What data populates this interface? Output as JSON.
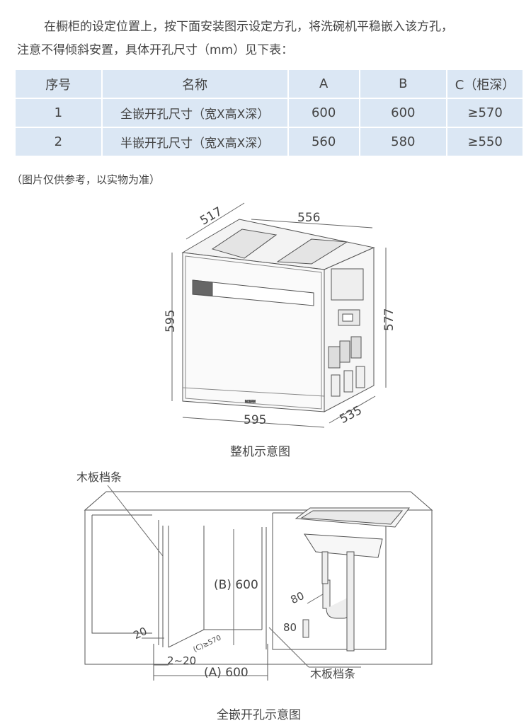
{
  "intro": {
    "line1": "在橱柜的设定位置上，按下面安装图示设定方孔，将洗碗机平稳嵌入该方孔，",
    "line2": "注意不得倾斜安置，具体开孔尺寸（mm）见下表："
  },
  "table": {
    "headers": [
      "序号",
      "名称",
      "A",
      "B",
      "C（柜深）"
    ],
    "rows": [
      [
        "1",
        "全嵌开孔尺寸（宽X高X深）",
        "600",
        "600",
        "≥570"
      ],
      [
        "2",
        "半嵌开孔尺寸（宽X高X深）",
        "560",
        "580",
        "≥550"
      ]
    ]
  },
  "note": "（图片仅供参考，以实物为准）",
  "figure1": {
    "caption": "整机示意图",
    "dims": {
      "depth_top": "517",
      "width_top": "556",
      "height_left": "595",
      "height_right": "577",
      "depth_bottom": "535",
      "width_bottom": "595"
    },
    "brand": "ROBAM"
  },
  "figure2": {
    "caption": "全嵌开孔示意图",
    "labels": {
      "wood_strip_top": "木板档条",
      "wood_strip_bottom": "木板档条",
      "b600": "(B) 600",
      "a600": "(A) 600",
      "c570": "(C)≥570",
      "d20": "20",
      "d2_20": "2~20",
      "d80a": "80",
      "d80b": "80"
    }
  }
}
